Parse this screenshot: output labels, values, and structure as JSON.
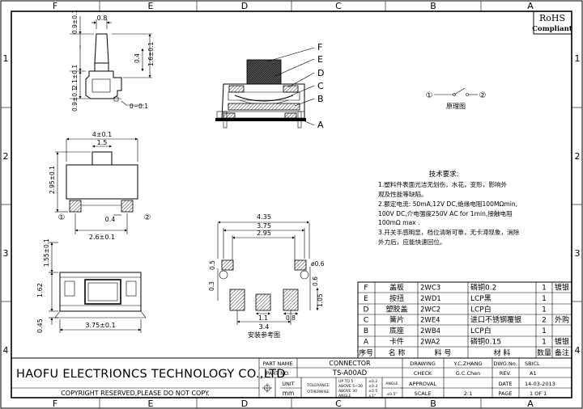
{
  "border": {
    "columns": [
      "F",
      "E",
      "D",
      "C",
      "B",
      "A"
    ],
    "rows": [
      "1",
      "2",
      "3",
      "4"
    ]
  },
  "rohs": {
    "line1": "RoHS",
    "line2": "Compliant"
  },
  "side_view": {
    "dims": [
      "0.8",
      "0.9±0.1",
      "0.4",
      "1.6±0.1",
      "2.1±0.1",
      "0.9±0.1",
      "0~0.1"
    ]
  },
  "section_view": {
    "labels": [
      "F",
      "E",
      "D",
      "C",
      "B",
      "A"
    ]
  },
  "schematic": {
    "pin1": "①",
    "pin2": "②",
    "caption": "原理图"
  },
  "front_view": {
    "dims": [
      "4±0.1",
      "1.5",
      "2.95±0.1",
      "0.4",
      "2.6±0.1"
    ],
    "pin1": "①",
    "pin2": "②"
  },
  "bottom_view": {
    "dims": [
      "1.55±0.1",
      "1.62",
      "0.45",
      "3.75±0.1"
    ]
  },
  "footprint": {
    "dims": [
      "4.35",
      "3.75",
      "2.95",
      "ø0.6",
      "0.5",
      "0.3",
      "0.6",
      "1.05",
      "1.1",
      "0.8",
      "3.4"
    ],
    "caption": "安装参考图"
  },
  "tech_req": {
    "title": "技术要求:",
    "lines": [
      "1.塑料件表面光洁无划伤，水花，变形，影响外",
      "   观及性能等缺陷。",
      "2.额定电流: 50mA,12V DC,绝缘电阻100MΩmin,",
      "   100V DC,介电强度250V AC for 1min,接触电阻",
      "   100mΩ max .",
      "3.开关手感明显，档位清晰可靠，无卡滞现象，消除",
      "   外力后，应能快速回位。"
    ]
  },
  "bom": {
    "rows": [
      [
        "F",
        "盖板",
        "2WC3",
        "磷铜0.2",
        "1",
        "镀银"
      ],
      [
        "E",
        "按扭",
        "2WD1",
        "LCP黑",
        "1",
        ""
      ],
      [
        "D",
        "塑胶盖",
        "2WC2",
        "LCP白",
        "1",
        ""
      ],
      [
        "C",
        "簧片",
        "2WE4",
        "进口不锈钢覆银",
        "2",
        "外购"
      ],
      [
        "B",
        "底座",
        "2WB4",
        "LCP白",
        "1",
        ""
      ],
      [
        "A",
        "卡件",
        "2WA2",
        "磷铜0.15",
        "1",
        "镀银"
      ]
    ],
    "header": [
      "序号",
      "名 称",
      "料 号",
      "材 料",
      "数量",
      "备注"
    ]
  },
  "title_block": {
    "company": "HAOFU ELECTRIONCS TECHNOLOGY CO.,LTD",
    "copyright": "COPYRIGHT RESERVED,PLEASE DO NOT COPY.",
    "part_name_label": "PART NAME",
    "part_name": "CONNECTOR",
    "part_no_label": "PART NO.",
    "part_no": "TS-A00AD",
    "unit_label": "UNIT",
    "unit": "mm",
    "tolerance_label": "TOLERANCE",
    "otherwise_label": "OTHERWISE",
    "tol_lines": [
      "UP TO 5",
      "ABOVE 5~30",
      "ABOVE 30"
    ],
    "tol_values": [
      "±0.2",
      "±0.3",
      "±0.5"
    ],
    "angle_tol_label": "ANGLE",
    "angle_tol_value": "±1°",
    "angle_label": "ANGLE",
    "angle_value": "±0.5°",
    "drawing_label": "DRAWING",
    "drawing": "Y.C.ZHANG",
    "dwg_no_label": "DWG.No.",
    "dwg_no": "SBICL",
    "check_label": "CHECK",
    "check": "G.C.Chen",
    "rev_label": "REV.",
    "rev": "A1",
    "approval_label": "APPROVAL",
    "approval": "",
    "date_label": "DATE",
    "date": "14-03-2013",
    "scale_label": "SCALE",
    "scale": "2:1",
    "page_label": "PAGE",
    "page": "1 OF 1"
  }
}
